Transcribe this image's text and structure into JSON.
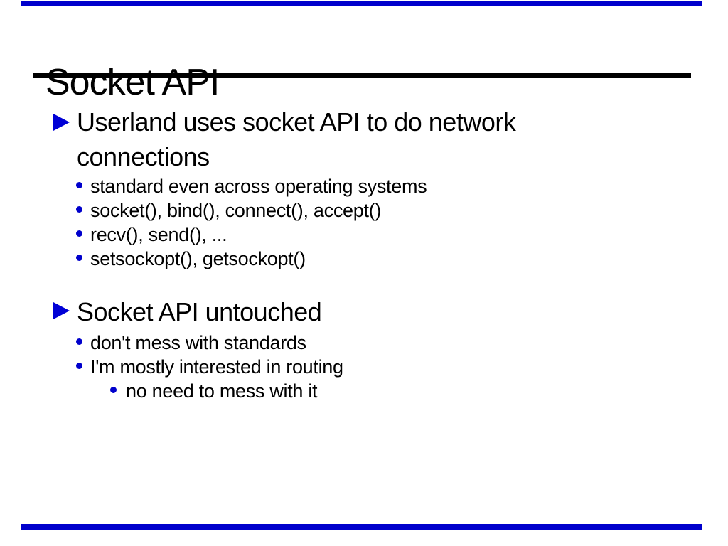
{
  "slide": {
    "title": "Socket API",
    "colors": {
      "background": "#ffffff",
      "text": "#000000",
      "accent_blue": "#0000cc",
      "rule_black": "#000000"
    },
    "icons": {
      "level1_bullet": "triangle-right-icon",
      "level2_bullet": "dot-icon",
      "level3_bullet": "dot-icon"
    },
    "sections": [
      {
        "heading": "Userland uses socket API to do network connections",
        "items": [
          {
            "level": 2,
            "text": "standard even across operating systems"
          },
          {
            "level": 2,
            "text": "socket(), bind(), connect(), accept()"
          },
          {
            "level": 2,
            "text": "recv(), send(), ..."
          },
          {
            "level": 2,
            "text": "setsockopt(), getsockopt()"
          }
        ]
      },
      {
        "heading": "Socket API untouched",
        "items": [
          {
            "level": 2,
            "text": "don't mess with standards"
          },
          {
            "level": 2,
            "text": "I'm mostly interested in routing"
          },
          {
            "level": 3,
            "text": "no need to mess with it"
          }
        ]
      }
    ]
  }
}
